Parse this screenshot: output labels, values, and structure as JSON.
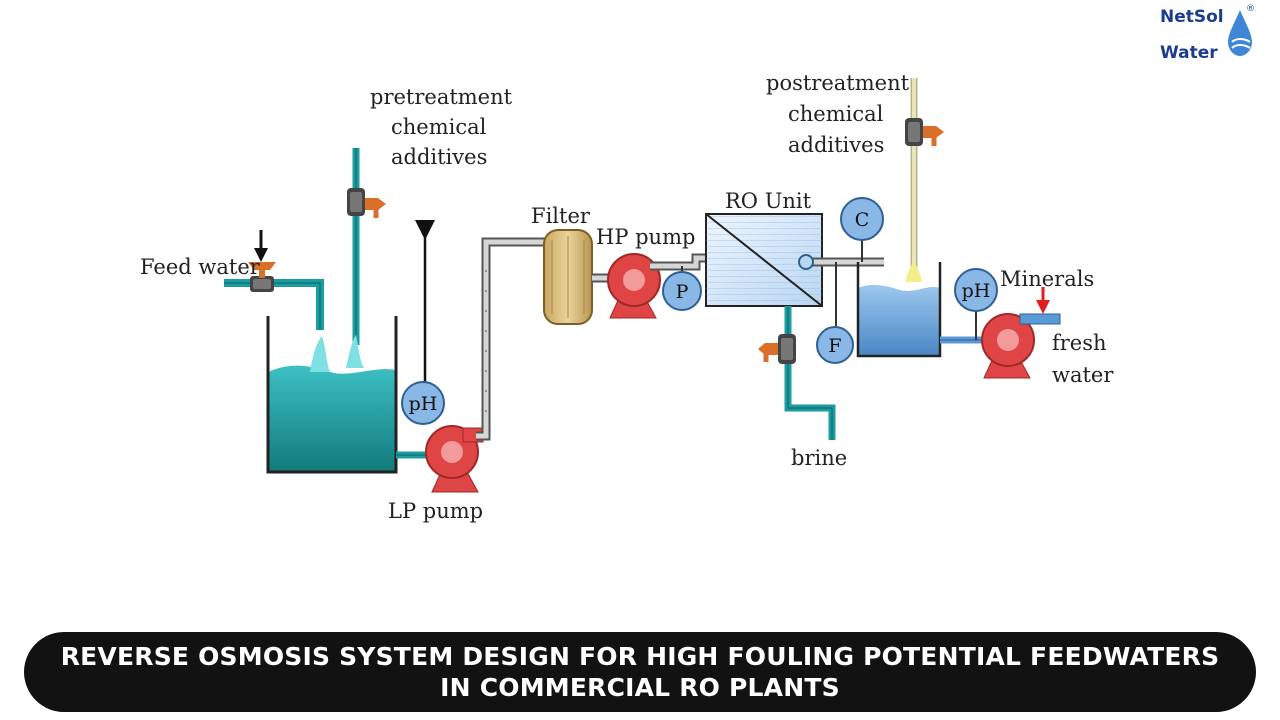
{
  "logo": {
    "line1": "NetSol",
    "line2": "Water",
    "mark": "®"
  },
  "diagram": {
    "labels": {
      "feed_water": "Feed water",
      "pretreatment_1": "pretreatment",
      "pretreatment_2": "chemical",
      "pretreatment_3": "additives",
      "filter": "Filter",
      "hp_pump": "HP pump",
      "ro_unit": "RO Unit",
      "postreatment_1": "postreatment",
      "postreatment_2": "chemical",
      "postreatment_3": "additives",
      "minerals": "Minerals",
      "fresh_1": "fresh",
      "fresh_2": "water",
      "brine": "brine",
      "lp_pump": "LP pump"
    },
    "gauges": {
      "ph1": "pH",
      "p": "P",
      "c": "C",
      "f": "F",
      "ph2": "pH"
    }
  },
  "banner": {
    "title": "REVERSE OSMOSIS SYSTEM DESIGN FOR HIGH FOULING POTENTIAL FEEDWATERS IN COMMERCIAL RO PLANTS"
  },
  "colors": {
    "feed_water": "#1a9da1",
    "tank_water": "#2aa5a5",
    "fresh_water_tank": "#5b9bd5",
    "pump_red": "#e04545",
    "gauge_blue": "#8ab8e6",
    "banner_bg": "#121212"
  }
}
